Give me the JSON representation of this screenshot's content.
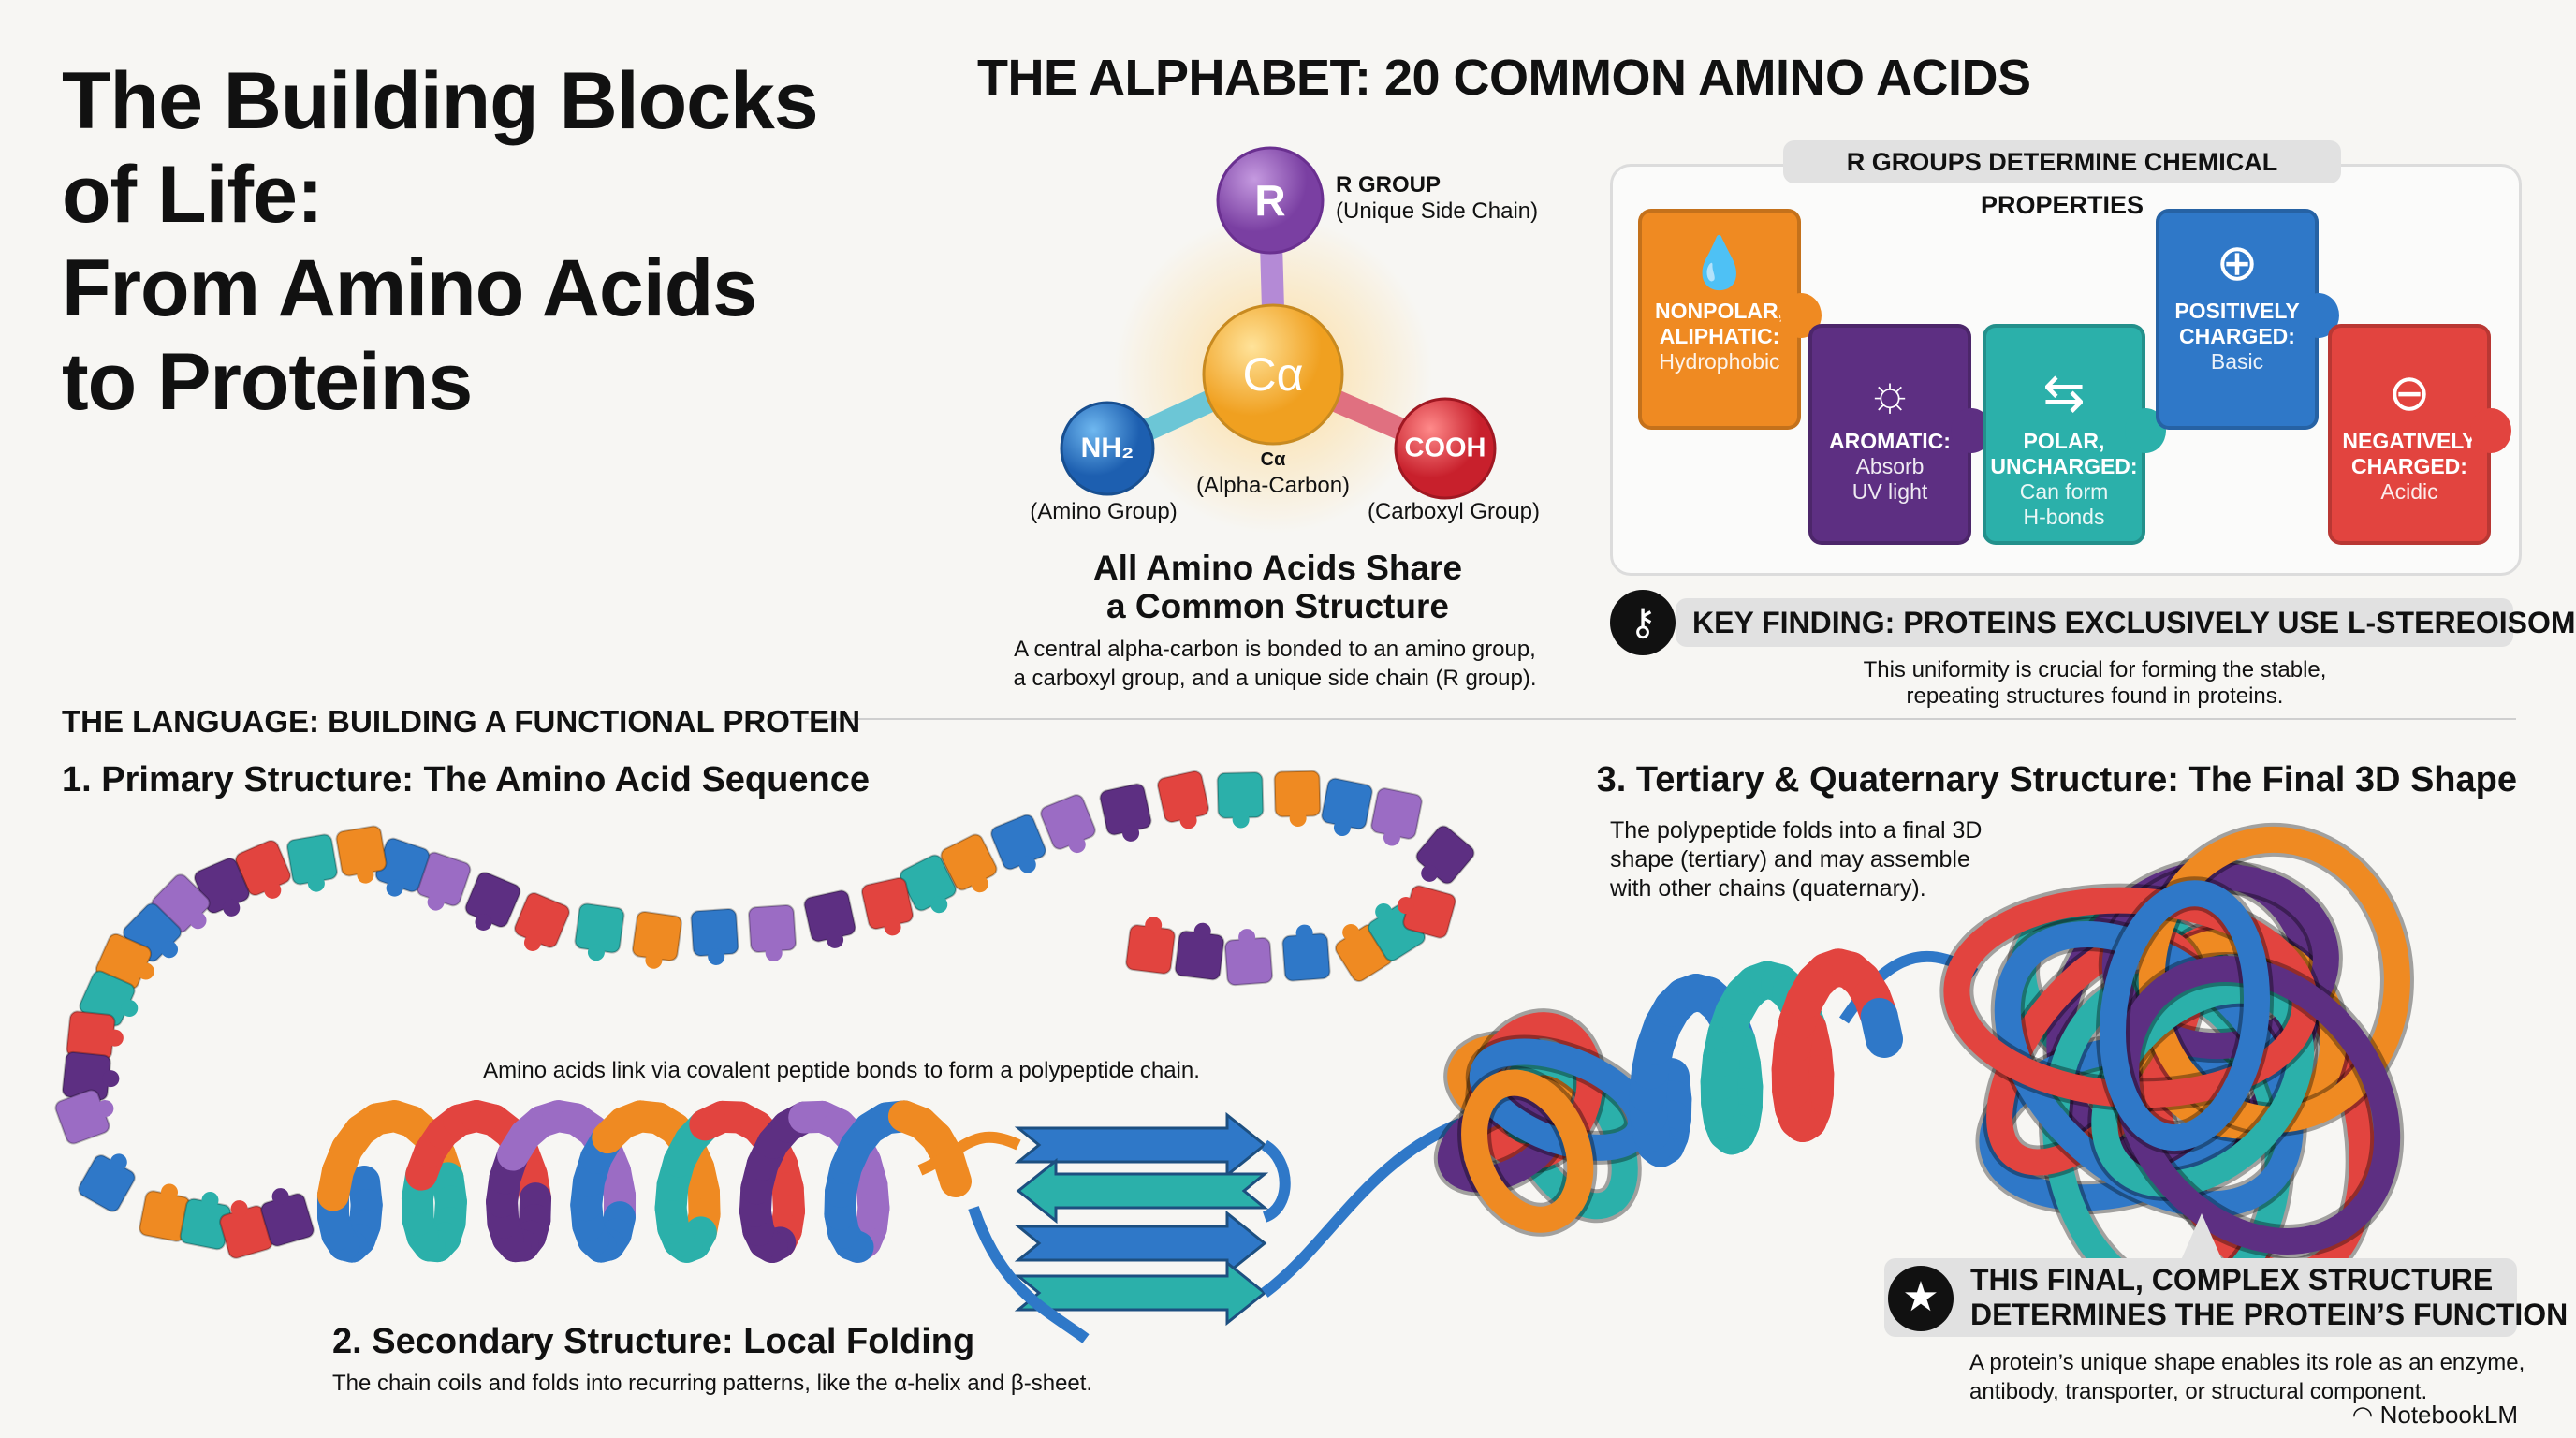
{
  "title": {
    "lines": [
      "The Building Blocks",
      "of Life:",
      "From Amino Acids",
      "to Proteins"
    ]
  },
  "alphabet": {
    "heading": "THE ALPHABET: 20 COMMON AMINO ACIDS",
    "molecule": {
      "r_symbol": "R",
      "r_label": "R GROUP",
      "r_sub": "(Unique Side Chain)",
      "ca_symbol": "Cα",
      "ca_label": "Cα",
      "ca_sub": "(Alpha-Carbon)",
      "nh2_symbol": "NH₂",
      "nh2_sub": "(Amino Group)",
      "cooh_symbol": "COOH",
      "cooh_sub": "(Carboxyl Group)"
    },
    "shared_title": [
      "All Amino Acids Share",
      "a Common Structure"
    ],
    "shared_desc": [
      "A central alpha-carbon is bonded to an amino group,",
      "a carboxyl group, and a unique side chain (R group)."
    ]
  },
  "rgroups": {
    "label": "R GROUPS DETERMINE CHEMICAL PROPERTIES",
    "items": [
      {
        "icon": "water-drop-icon",
        "glyph": "💧",
        "title": [
          "NONPOLAR,",
          "ALIPHATIC:"
        ],
        "sub": [
          "Hydrophobic"
        ],
        "color": "#ef8a22"
      },
      {
        "icon": "sun-icon",
        "glyph": "☼",
        "title": [
          "AROMATIC:"
        ],
        "sub": [
          "Absorb",
          "UV light"
        ],
        "color": "#5d2f82"
      },
      {
        "icon": "hands-bond-icon",
        "glyph": "⇆",
        "title": [
          "POLAR,",
          "UNCHARGED:"
        ],
        "sub": [
          "Can form",
          "H-bonds"
        ],
        "color": "#2bb0aa"
      },
      {
        "icon": "plus-circle-icon",
        "glyph": "⊕",
        "title": [
          "POSITIVELY",
          "CHARGED:"
        ],
        "sub": [
          "Basic"
        ],
        "color": "#2f78c8"
      },
      {
        "icon": "minus-circle-icon",
        "glyph": "⊖",
        "title": [
          "NEGATIVELY",
          "CHARGED:"
        ],
        "sub": [
          "Acidic"
        ],
        "color": "#e2443f"
      }
    ]
  },
  "key_finding": {
    "title": "KEY FINDING: PROTEINS EXCLUSIVELY USE L-STEREOISOMERS",
    "desc": "This uniformity is crucial for forming the stable, repeating structures found in proteins."
  },
  "language": {
    "heading": "THE LANGUAGE: BUILDING A FUNCTIONAL PROTEIN",
    "primary": {
      "title": "1. Primary Structure: The Amino Acid Sequence",
      "desc": "Amino acids link via covalent peptide bonds to form a polypeptide chain."
    },
    "secondary": {
      "title": "2. Secondary Structure: Local Folding",
      "desc": "The chain coils and folds into recurring patterns, like the α-helix and β-sheet."
    },
    "tertiary": {
      "title": "3. Tertiary & Quaternary Structure: The Final 3D Shape",
      "desc": [
        "The polypeptide folds into a final 3D",
        "shape (tertiary) and may assemble",
        "with other chains (quaternary)."
      ]
    }
  },
  "function": {
    "title": [
      "THIS FINAL, COMPLEX STRUCTURE",
      "DETERMINES THE PROTEIN’S FUNCTION"
    ],
    "desc": [
      "A protein’s unique shape enables its role as an enzyme,",
      "antibody, transporter, or structural component."
    ]
  },
  "brand": "NotebookLM",
  "palette": [
    "#2f78c8",
    "#ef8a22",
    "#2bb0aa",
    "#e2443f",
    "#5d2f82",
    "#9b6cc4"
  ]
}
